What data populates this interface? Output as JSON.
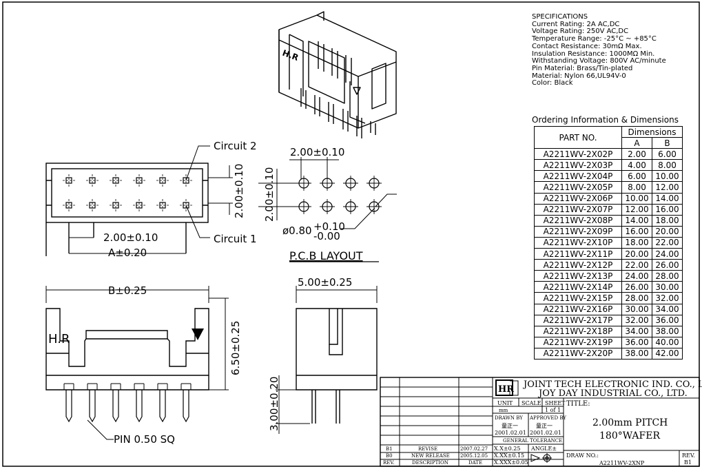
{
  "specifications": {
    "title": "SPECIFICATIONS",
    "lines": [
      "Current Rating: 2A AC,DC",
      "Voltage Rating: 250V AC,DC",
      "Temperature Range: -25°C ~ +85°C",
      "Contact Resistance: 30mΩ Max.",
      "Insulation Resistance: 1000MΩ Min.",
      "Withstanding Voltage: 800V AC/minute",
      "Pin Material: Brass/Tin-plated",
      "Material: Nylon 66,UL94V-0",
      "Color: Black"
    ]
  },
  "ordering": {
    "title": "Ordering Information & Dimensions",
    "header_part": "PART NO.",
    "header_dims": "Dimensions",
    "header_a": "A",
    "header_b": "B",
    "rows": [
      {
        "part": "A2211WV-2X02P",
        "a": "2.00",
        "b": "6.00"
      },
      {
        "part": "A2211WV-2X03P",
        "a": "4.00",
        "b": "8.00"
      },
      {
        "part": "A2211WV-2X04P",
        "a": "6.00",
        "b": "10.00"
      },
      {
        "part": "A2211WV-2X05P",
        "a": "8.00",
        "b": "12.00"
      },
      {
        "part": "A2211WV-2X06P",
        "a": "10.00",
        "b": "14.00"
      },
      {
        "part": "A2211WV-2X07P",
        "a": "12.00",
        "b": "16.00"
      },
      {
        "part": "A2211WV-2X08P",
        "a": "14.00",
        "b": "18.00"
      },
      {
        "part": "A2211WV-2X09P",
        "a": "16.00",
        "b": "20.00"
      },
      {
        "part": "A2211WV-2X10P",
        "a": "18.00",
        "b": "22.00"
      },
      {
        "part": "A2211WV-2X11P",
        "a": "20.00",
        "b": "24.00"
      },
      {
        "part": "A2211WV-2X12P",
        "a": "22.00",
        "b": "26.00"
      },
      {
        "part": "A2211WV-2X13P",
        "a": "24.00",
        "b": "28.00"
      },
      {
        "part": "A2211WV-2X14P",
        "a": "26.00",
        "b": "30.00"
      },
      {
        "part": "A2211WV-2X15P",
        "a": "28.00",
        "b": "32.00"
      },
      {
        "part": "A2211WV-2X16P",
        "a": "30.00",
        "b": "34.00"
      },
      {
        "part": "A2211WV-2X17P",
        "a": "32.00",
        "b": "36.00"
      },
      {
        "part": "A2211WV-2X18P",
        "a": "34.00",
        "b": "38.00"
      },
      {
        "part": "A2211WV-2X19P",
        "a": "36.00",
        "b": "40.00"
      },
      {
        "part": "A2211WV-2X20P",
        "a": "38.00",
        "b": "42.00"
      }
    ]
  },
  "drawing": {
    "circuit2": "Circuit 2",
    "circuit1": "Circuit 1",
    "top_pitch": "2.00±0.10",
    "top_vpitch": "2.00±0.10",
    "top_hpitch": "2.00±0.10",
    "dim_a": "A±0.20",
    "pcb_pitch_h": "2.00±0.10",
    "pcb_pitch_v": "2.00±0.10",
    "pcb_hole": "ø0.80",
    "pcb_hole_tol_plus": "+0.10",
    "pcb_hole_tol_minus": "-0.00",
    "pcb_title": "P.C.B LAYOUT",
    "dim_b": "B±0.25",
    "hr_mark": "H.R",
    "dim_height": "6.50±0.25",
    "pin_label": "PIN 0.50 SQ",
    "side_width": "5.00±0.25",
    "side_pin": "3.00±0.20",
    "iso_logo": "H.R"
  },
  "titleblock": {
    "company1": "JOINT TECH ELECTRONIC IND. CO., LTD.",
    "company2": "JOY DAY INDUSTRIAL CO., LTD.",
    "unit_label": "UNIT",
    "scale_label": "SCALE",
    "sheet_label": "SHEET",
    "title_label": "TITLE:",
    "unit_value": "mm",
    "sheet_value": "1 of 1",
    "drawn_by_label": "DRAWN BY",
    "approved_by_label": "APPROVED BY",
    "drawn_by": "童正一",
    "approved_by": "童正一",
    "drawn_date": "2001.02.01",
    "approved_date": "2001.02.01",
    "tolerance_label": "GENERAL TOLERANCE",
    "tol1": "X.X±0.25",
    "tol2": "X.XX±0.15",
    "tol3": "X.XXX±0.05",
    "angle_label": "ANGLE±",
    "title1": "2.00mm PITCH",
    "title2": "180°WAFER",
    "draw_no_label": "DRAW NO.:",
    "draw_no": "A2211WV-2XNP",
    "rev_label": "REV.",
    "rev_value": "B1",
    "revisions": [
      {
        "rev": "B1",
        "desc": "REVISE",
        "date": "2007.02.27"
      },
      {
        "rev": "B0",
        "desc": "NEW RELEASE",
        "date": "2005.12.05"
      }
    ],
    "rev_header": "REV.",
    "desc_header": "DESCRIPTION",
    "date_header": "DATE"
  }
}
